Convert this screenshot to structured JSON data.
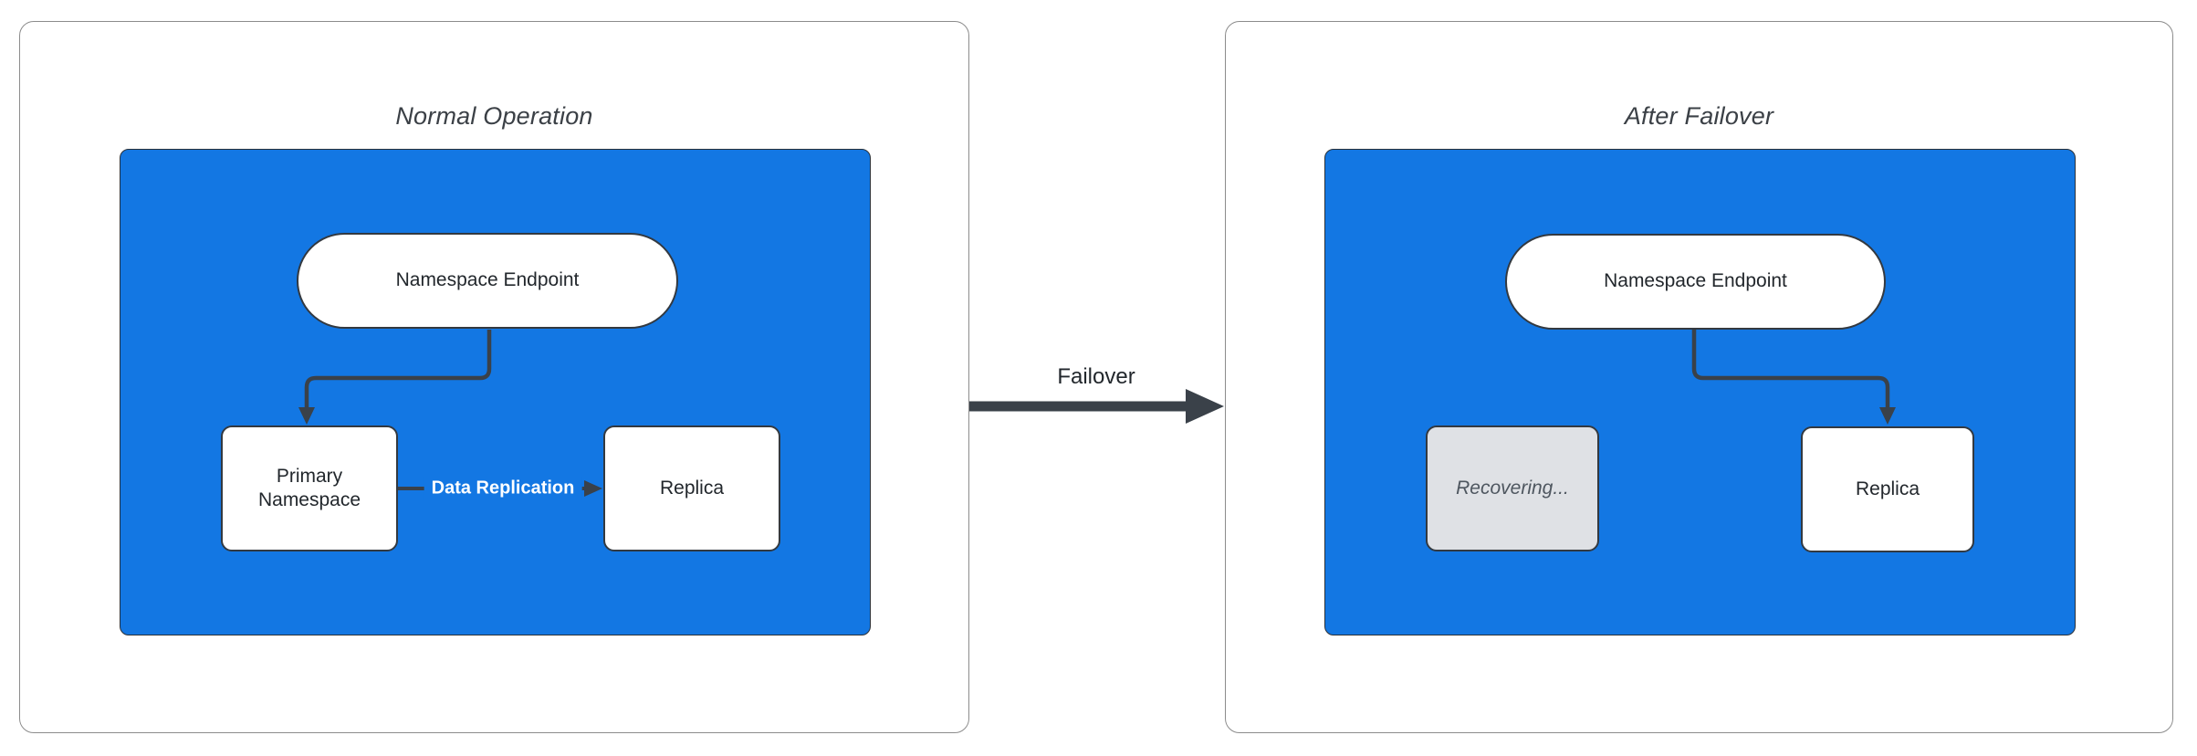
{
  "colors": {
    "blue_fill": "#1377E3",
    "node_border": "#333940",
    "edge": "#3A4149",
    "gray_fill": "#DFE1E5",
    "gray_text": "#4E565F",
    "panel_border": "#8C8C8C",
    "title_text": "#3B4046",
    "node_text": "#22272C",
    "edge_label_text": "#FFFFFF",
    "canvas_bg": "#FFFFFF"
  },
  "panels": [
    {
      "title": "Normal Operation",
      "nodes": {
        "endpoint": "Namespace Endpoint",
        "primary": "Primary Namespace",
        "replica": "Replica"
      },
      "edge_label": "Data Replication"
    },
    {
      "title": "After Failover",
      "nodes": {
        "endpoint": "Namespace Endpoint",
        "recovering": "Recovering...",
        "replica": "Replica"
      }
    }
  ],
  "transition": {
    "label": "Failover"
  }
}
